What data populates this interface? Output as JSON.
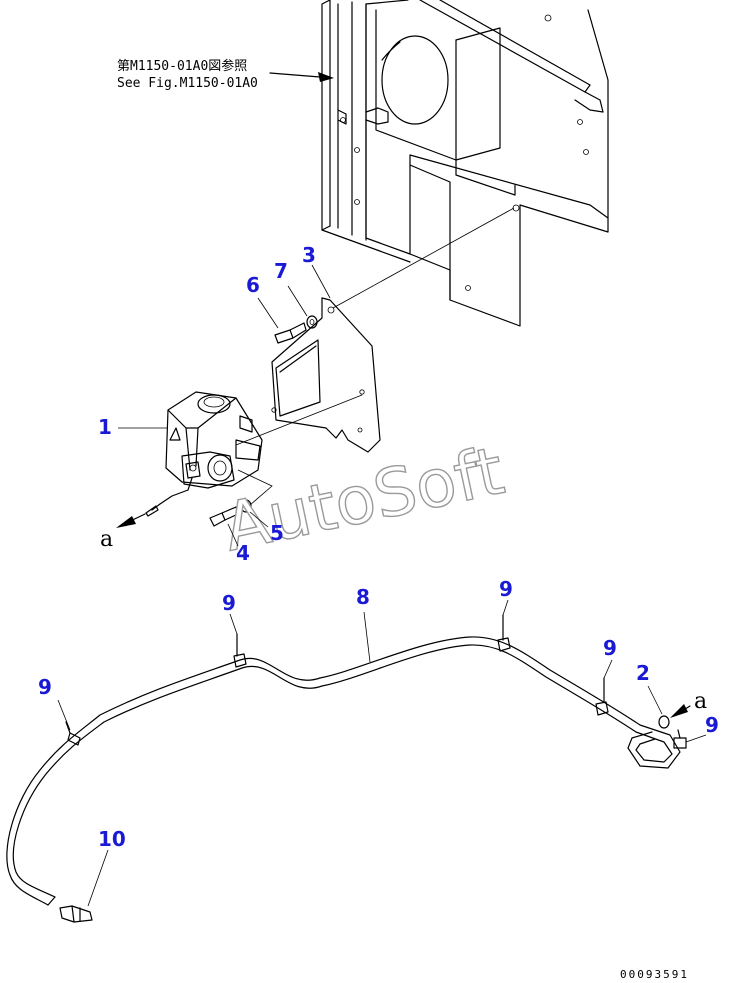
{
  "reference_note": {
    "line_jp": "第M1150-01A0図参照",
    "line_en": "See Fig.M1150-01A0"
  },
  "watermark": "AutoSoft",
  "document_number": "00093591",
  "connector_label": "a",
  "callouts": {
    "c1": "1",
    "c2": "2",
    "c3": "3",
    "c4": "4",
    "c5": "5",
    "c6": "6",
    "c7": "7",
    "c8": "8",
    "c9": "9",
    "c10": "10"
  },
  "colors": {
    "callout": "#1a1ad4",
    "line": "#000000",
    "watermark_outline": "#9a9a9a"
  }
}
